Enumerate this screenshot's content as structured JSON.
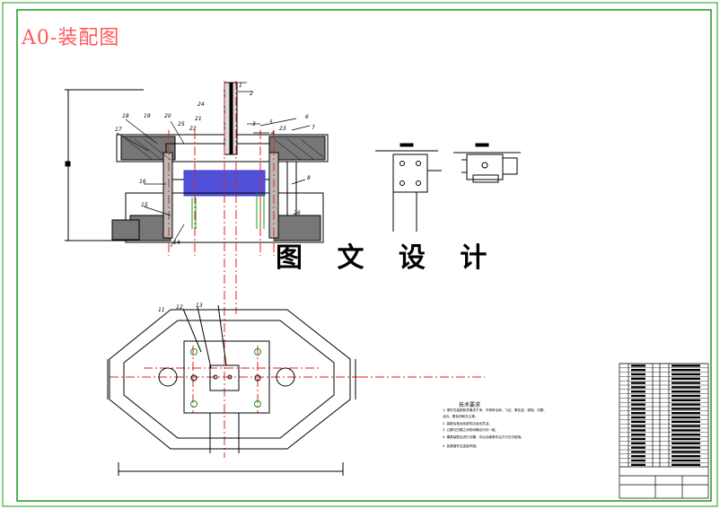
{
  "sheet": {
    "title": "A0-装配图",
    "watermark": "图 文 设 计"
  },
  "part_labels": [
    "1",
    "2",
    "3",
    "4",
    "5",
    "6",
    "7",
    "8",
    "11",
    "12",
    "13",
    "14",
    "15",
    "16",
    "17",
    "18",
    "19",
    "20",
    "21",
    "22",
    "23",
    "24",
    "25",
    "26"
  ],
  "tech_requirements": {
    "title": "技术要求",
    "lines": [
      "1. 零件在装配前须清洗干净，不得有毛刺、飞边、氧化皮、锈蚀、切屑、",
      "   油污、着色剂和灰尘等。",
      "2. 装配后各运动部件应运动灵活。",
      "3. 凸模与凹模之间的间隙应均匀一致。",
      "4. 模具装配后进行试模，冲出合格零件后方可交付使用。",
      "5. 各紧固件应连接牢固。"
    ]
  },
  "colors": {
    "frame_green": "#1a9a1a",
    "centerline_red": "#e02020",
    "part_blue": "#3a3ad0",
    "title_red": "#ff5a5a"
  }
}
